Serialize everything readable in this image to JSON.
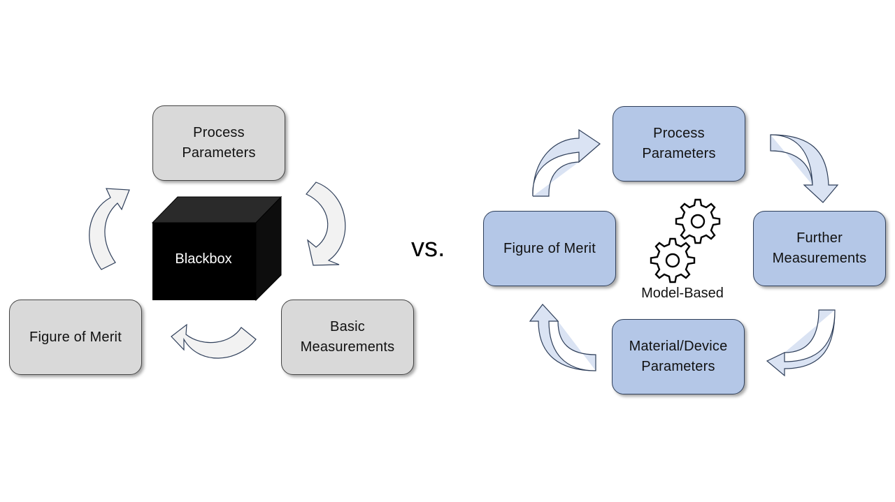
{
  "left": {
    "blackbox_label": "Blackbox",
    "process_params": "Process\nParameters",
    "basic_measurements": "Basic\nMeasurements",
    "figure_of_merit": "Figure of Merit"
  },
  "vs_label": "vs.",
  "right": {
    "process_params": "Process\nParameters",
    "further_measurements": "Further\nMeasurements",
    "material_device": "Material/Device\nParameters",
    "figure_of_merit": "Figure of Merit",
    "model_based_label": "Model-Based"
  },
  "colors": {
    "grey_box": "#d9d9d9",
    "blue_box": "#b4c7e7",
    "arrow_fill": "#dae3f3",
    "arrow_stroke": "#2f3f5a",
    "cube": "#000000"
  }
}
